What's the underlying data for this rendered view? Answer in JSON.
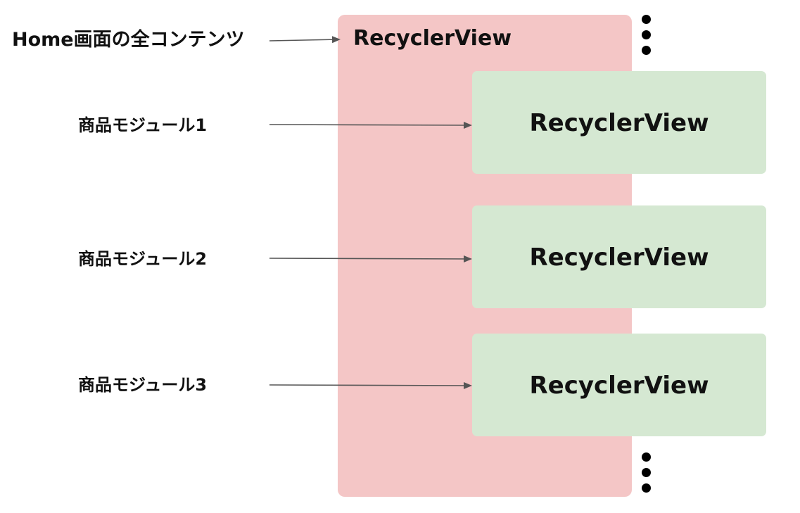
{
  "colors": {
    "outer_fill": "#f4c6c6",
    "inner_fill": "#d5e8d2",
    "arrow": "#555555",
    "dots": "#000000"
  },
  "outer": {
    "label": "Home画面の全コンテンツ",
    "title": "RecyclerView"
  },
  "modules": [
    {
      "label": "商品モジュール1",
      "title": "RecyclerView"
    },
    {
      "label": "商品モジュール2",
      "title": "RecyclerView"
    },
    {
      "label": "商品モジュール3",
      "title": "RecyclerView"
    }
  ]
}
